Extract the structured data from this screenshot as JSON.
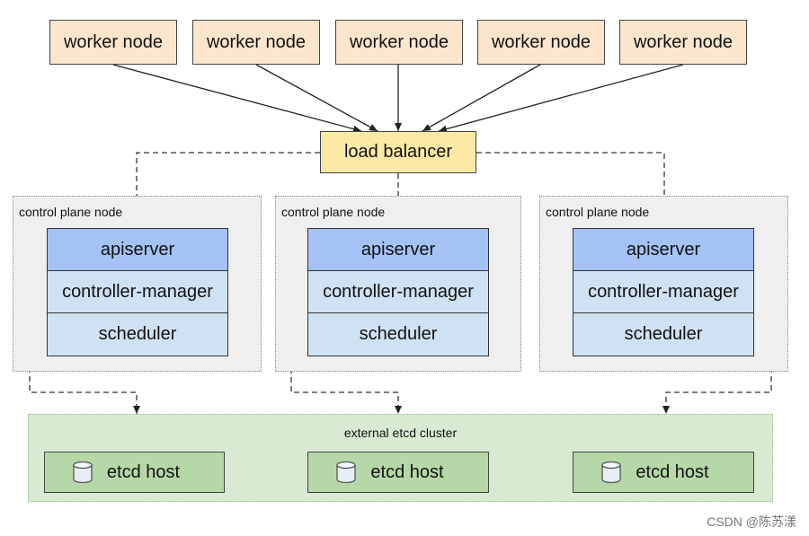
{
  "worker_nodes": [
    "worker node",
    "worker node",
    "worker node",
    "worker node",
    "worker node"
  ],
  "load_balancer": "load balancer",
  "control_planes": [
    {
      "label": "control plane node",
      "components": [
        "apiserver",
        "controller-manager",
        "scheduler"
      ]
    },
    {
      "label": "control plane node",
      "components": [
        "apiserver",
        "controller-manager",
        "scheduler"
      ]
    },
    {
      "label": "control plane node",
      "components": [
        "apiserver",
        "controller-manager",
        "scheduler"
      ]
    }
  ],
  "etcd_cluster": {
    "label": "external etcd cluster",
    "hosts": [
      "etcd host",
      "etcd host",
      "etcd host"
    ]
  },
  "watermark": "CSDN @陈苏漾",
  "colors": {
    "worker": "#fbe5cd",
    "load_balancer": "#fde9a6",
    "apiserver": "#a4c2f4",
    "component": "#cfe2f3",
    "control_plane_bg": "#efefef",
    "etcd_cluster_bg": "#d9ead3",
    "etcd_host": "#b6d7a8"
  }
}
